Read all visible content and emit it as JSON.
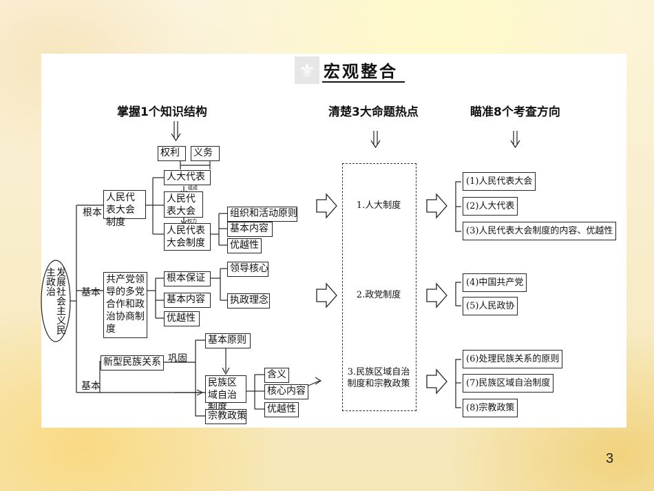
{
  "title": "宏观整合",
  "page_number": "3",
  "headers": {
    "col1": "掌握1个知识结构",
    "col2": "清楚3大命题热点",
    "col3": "瞄准8个考查方向"
  },
  "structure": {
    "root": "发展社会主义民主政治",
    "branch_labels": [
      "根本",
      "基本",
      "基本"
    ],
    "rights_duties": [
      "权利",
      "义务"
    ],
    "npc": {
      "system": "人民代表大会制度",
      "deputies": "人大代表",
      "congress": "人民代表大会",
      "system_box": "人民代表大会制度",
      "link_compose": "组成",
      "link_power": "权力",
      "subs": [
        "组织和活动原则",
        "基本内容",
        "优越性"
      ]
    },
    "party": {
      "system": "共产党领导的多党合作和政治协商制度",
      "subs": [
        "根本保证",
        "基本内容",
        "优越性"
      ],
      "subsubs": [
        "领导核心",
        "执政理念"
      ]
    },
    "ethnic": {
      "relation": "新型民族关系",
      "consolidate": "巩固",
      "principle": "基本原则",
      "autonomy": "民族区域自治制度",
      "religion": "宗教政策",
      "subs": [
        "含义",
        "核心内容",
        "优越性"
      ]
    }
  },
  "hot_topics": [
    "1.人大制度",
    "2.政党制度",
    "3.民族区域自治制度和宗教政策"
  ],
  "directions": [
    "(1)人民代表大会",
    "(2)人大代表",
    "(3)人民代表大会制度的内容、优越性",
    "(4)中国共产党",
    "(5)人民政协",
    "(6)处理民族关系的原则",
    "(7)民族区域自治制度",
    "(8)宗教政策"
  ]
}
